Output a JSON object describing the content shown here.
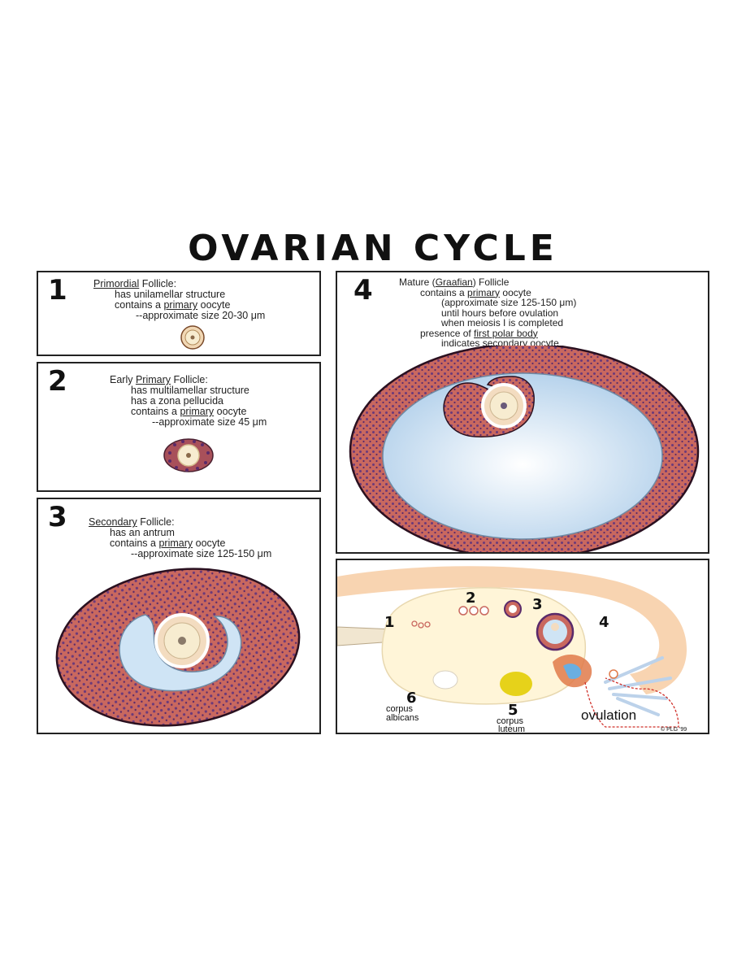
{
  "title": "OVARIAN CYCLE",
  "panels": {
    "p1": {
      "number": "1",
      "heading": "Primordial",
      "heading_rest": " Follicle:",
      "lines": [
        "has unilamellar structure",
        "--approximate size 20-30 μm"
      ],
      "line_contains_pre": "contains a ",
      "line_contains_u": "primary",
      "line_contains_post": " oocyte"
    },
    "p2": {
      "number": "2",
      "heading_pre": "Early ",
      "heading_u": "Primary",
      "heading_post": " Follicle:",
      "line1": "has multilamellar structure",
      "line2": "has a zona pellucida",
      "line3_pre": "contains a ",
      "line3_u": "primary",
      "line3_post": " oocyte",
      "line4": "--approximate size 45 μm"
    },
    "p3": {
      "number": "3",
      "heading_u": "Secondary",
      "heading_post": " Follicle:",
      "line1": "has an antrum",
      "line2_pre": "contains a ",
      "line2_u": "primary",
      "line2_post": " oocyte",
      "line3": "--approximate size 125-150 μm"
    },
    "p4": {
      "number": "4",
      "heading_pre": "Mature (",
      "heading_u": "Graafian",
      "heading_post": ") Follicle",
      "line1_pre": "contains a ",
      "line1_u": "primary",
      "line1_post": " oocyte",
      "line2": "(approximate size 125-150 μm)",
      "line3": "until hours before ovulation",
      "line4": "when meiosis I is completed",
      "line5_pre": "presence of ",
      "line5_u": "first polar body",
      "line6_pre": "indicates ",
      "line6_u": "secondary oocyte"
    },
    "p5": {
      "labels": {
        "n1": "1",
        "n2": "2",
        "n3": "3",
        "n4": "4",
        "n5": "5",
        "n6": "6",
        "corpus_albicans_1": "corpus",
        "corpus_albicans_2": "albicans",
        "corpus_luteum_1": "corpus",
        "corpus_luteum_2": "luteum",
        "ovulation": "ovulation",
        "copyright": "© PLG '99"
      }
    }
  },
  "colors": {
    "granulosa": "#c9685f",
    "granulosa_dark": "#6b3a7a",
    "antrum": "#cfe4f5",
    "oocyte": "#f1dfb4",
    "ovary": "#fff5d8",
    "tube": "#f7cfa8",
    "luteum": "#e6d21a"
  }
}
